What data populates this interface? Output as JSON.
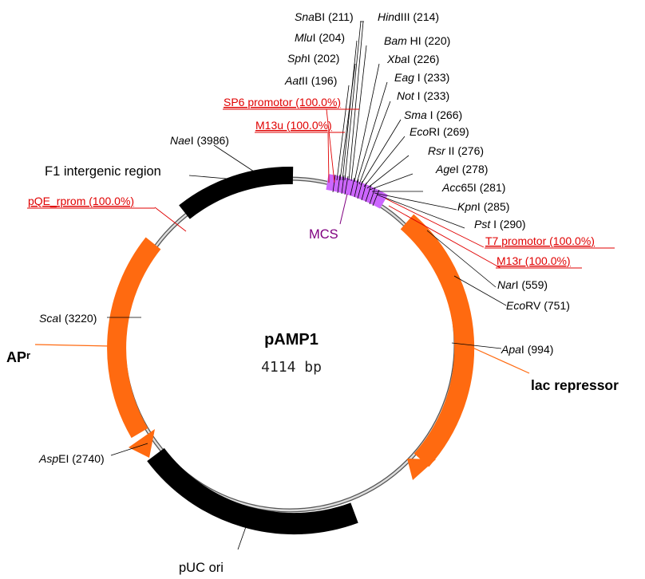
{
  "plasmid": {
    "name": "pAMP1",
    "size": "4114 bp"
  },
  "features": {
    "f1": "F1 intergenic region",
    "mcs": "MCS",
    "puc": "pUC ori",
    "ap_main": "AP",
    "ap_sup": "r",
    "lac": "lac repressor"
  },
  "sites": [
    {
      "name": "SnaBI",
      "italic": "Sna",
      "rest": "BI",
      "pos": "(211)"
    },
    {
      "name": "MluI",
      "italic": "Mlu",
      "rest": "I",
      "pos": "(204)"
    },
    {
      "name": "SphI",
      "italic": "Sph",
      "rest": "I",
      "pos": "(202)"
    },
    {
      "name": "AatII",
      "italic": "Aat",
      "rest": "II",
      "pos": "(196)"
    },
    {
      "name": "HindIII",
      "italic": "Hin",
      "rest": "dIII",
      "pos": "(214)"
    },
    {
      "name": "BamHI",
      "italic": "Bam",
      "rest": " HI",
      "pos": "(220)"
    },
    {
      "name": "XbaI",
      "italic": "Xba",
      "rest": "I",
      "pos": "(226)"
    },
    {
      "name": "EagI",
      "italic": "Eag",
      "rest": " I",
      "pos": "(233)"
    },
    {
      "name": "NotI",
      "italic": "Not",
      "rest": " I",
      "pos": "(233)"
    },
    {
      "name": "SmaI",
      "italic": "Sma",
      "rest": " I",
      "pos": "(266)"
    },
    {
      "name": "EcoRI",
      "italic": "Eco",
      "rest": "RI",
      "pos": "(269)"
    },
    {
      "name": "RsrII",
      "italic": "Rsr",
      "rest": " II",
      "pos": "(276)"
    },
    {
      "name": "AgeI",
      "italic": "Age",
      "rest": "I",
      "pos": "(278)"
    },
    {
      "name": "Acc65I",
      "italic": "Acc",
      "rest": "65I",
      "pos": "(281)"
    },
    {
      "name": "KpnI",
      "italic": "Kpn",
      "rest": "I",
      "pos": "(285)"
    },
    {
      "name": "PstI",
      "italic": "Pst",
      "rest": " I",
      "pos": "(290)"
    },
    {
      "name": "NarI",
      "italic": "Nar",
      "rest": "I",
      "pos": "(559)"
    },
    {
      "name": "EcoRV",
      "italic": "Eco",
      "rest": "RV",
      "pos": "(751)"
    },
    {
      "name": "ApaI",
      "italic": "Apa",
      "rest": "I",
      "pos": "(994)"
    },
    {
      "name": "AspEI",
      "italic": "Asp",
      "rest": "EI",
      "pos": "(2740)"
    },
    {
      "name": "ScaI",
      "italic": "Sca",
      "rest": "I",
      "pos": "(3220)"
    },
    {
      "name": "NaeI",
      "italic": "Nae",
      "rest": "I",
      "pos": "(3986)"
    }
  ],
  "primers": [
    {
      "label": "SP6 promotor (100.0%)"
    },
    {
      "label": "M13u (100.0%)"
    },
    {
      "label": "pQE_rprom (100.0%)"
    },
    {
      "label": "T7 promotor (100.0%)"
    },
    {
      "label": "M13r (100.0%)"
    }
  ],
  "colors": {
    "backbone": "#aaaaaa",
    "orange": "#ff6a10",
    "black": "#000000",
    "mcs": "#cc66ff",
    "red": "#e00000"
  }
}
